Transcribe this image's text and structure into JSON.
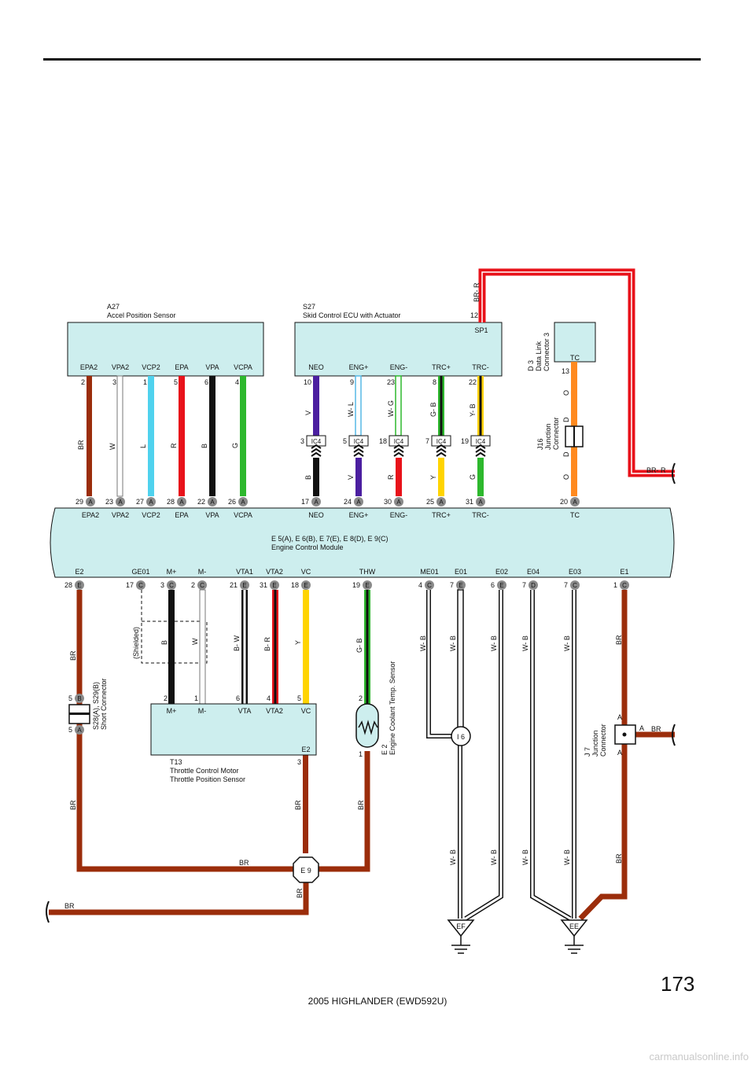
{
  "a27": {
    "code": "A27",
    "name": "Accel Position Sensor",
    "pins": [
      "EPA2",
      "VPA2",
      "VCP2",
      "EPA",
      "VPA",
      "VCPA"
    ],
    "nums": [
      "2",
      "3",
      "1",
      "5",
      "6",
      "4"
    ],
    "wires": [
      "BR",
      "W",
      "L",
      "R",
      "B",
      "G"
    ]
  },
  "s27": {
    "code": "S27",
    "name": "Skid Control ECU with Actuator",
    "sp_pin": "SP1",
    "sp_num": "12",
    "sp_wire": "BR- R",
    "pins": [
      "NEO",
      "ENG+",
      "ENG-",
      "TRC+",
      "TRC-"
    ],
    "nums": [
      "10",
      "9",
      "23",
      "8",
      "22"
    ],
    "wires_top": [
      "V",
      "W- L",
      "W- G",
      "G- B",
      "Y- B"
    ],
    "ic_nums": [
      "3",
      "5",
      "18",
      "7",
      "19"
    ],
    "ic_label": "IC4",
    "wires_bot": [
      "B",
      "V",
      "R",
      "Y",
      "G"
    ]
  },
  "d3": {
    "code": "D 3",
    "l1": "Data Link",
    "l2": "Connector 3",
    "pin": "TC",
    "num": "13"
  },
  "j16": {
    "code": "J16",
    "l1": "Junction",
    "l2": "Connector",
    "top": "D",
    "bot": "D",
    "wire": "O"
  },
  "ecm": {
    "title": "E 5(A), E 6(B), E 7(E), E 8(D), E 9(C)",
    "subtitle": "Engine Control Module",
    "top_nums": [
      "29",
      "23",
      "27",
      "28",
      "22",
      "26",
      "17",
      "24",
      "30",
      "25",
      "31",
      "20"
    ],
    "top_conn": [
      "A",
      "A",
      "A",
      "A",
      "A",
      "A",
      "A",
      "A",
      "A",
      "A",
      "A",
      "A"
    ],
    "top_pins": [
      "EPA2",
      "VPA2",
      "VCP2",
      "EPA",
      "VPA",
      "VCPA",
      "NEO",
      "ENG+",
      "ENG-",
      "TRC+",
      "TRC-",
      "TC"
    ],
    "bot_pins": [
      "E2",
      "GE01",
      "M+",
      "M-",
      "VTA1",
      "VTA2",
      "VC",
      "THW",
      "ME01",
      "E01",
      "E02",
      "E04",
      "E03",
      "E1"
    ],
    "bot_nums": [
      "28",
      "17",
      "3",
      "2",
      "21",
      "31",
      "18",
      "19",
      "4",
      "7",
      "6",
      "7",
      "7",
      "1"
    ],
    "bot_conn": [
      "E",
      "C",
      "C",
      "C",
      "E",
      "E",
      "E",
      "E",
      "C",
      "E",
      "E",
      "D",
      "C",
      "C"
    ]
  },
  "wires_bottom": {
    "br": "BR",
    "shielded": "(Shielded)",
    "b": "B",
    "w": "W",
    "bw": "B- W",
    "br_r": "B- R",
    "y": "Y",
    "gb": "G- B",
    "wb": "W- B",
    "br_r2": "BR- R"
  },
  "s28": {
    "l1": "S28(A), S29(B)",
    "l2": "Short Connector",
    "top_num": "5",
    "top_conn": "B",
    "bot_num": "5",
    "bot_conn": "A"
  },
  "t13": {
    "l1": "T13",
    "l2": "Throttle Control Motor",
    "l3": "Throttle Position Sensor",
    "pins": [
      "M+",
      "M-",
      "VTA",
      "VTA2",
      "VC"
    ],
    "nums": [
      "2",
      "1",
      "6",
      "4",
      "5"
    ],
    "e2": "E2",
    "e2num": "3"
  },
  "e2s": {
    "code": "E 2",
    "name": "Engine Coolant Temp.  Sensor",
    "top": "2",
    "bot": "1"
  },
  "i6": "I 6",
  "j7": {
    "code": "J 7",
    "l1": "Junction",
    "l2": "Connector",
    "a1": "A",
    "a2": "A",
    "a3": "A"
  },
  "e9": "E 9",
  "grounds": {
    "ef": "EF",
    "ee": "EE"
  },
  "footer": {
    "page": "173",
    "model": "2005 HIGHLANDER (EWD592U)",
    "watermark": "carmanualsonline.info"
  }
}
